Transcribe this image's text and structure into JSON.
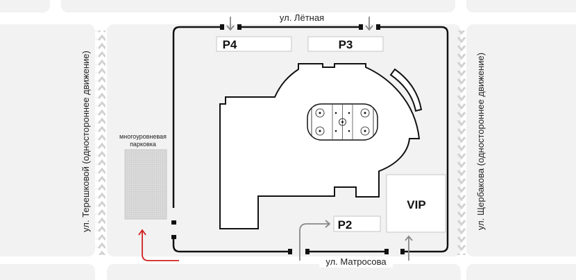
{
  "streets": {
    "top": "ул. Лётная",
    "bottom": "ул. Матросова",
    "left": "ул. Терешковой (одностороннее движение)",
    "right": "ул. Щербакова (одностороннее движение)"
  },
  "zones": {
    "p4": "P4",
    "p3": "P3",
    "p2": "P2",
    "vip": "VIP"
  },
  "parking": {
    "line1": "многоуровневая",
    "line2": "парковка"
  },
  "colors": {
    "block_fill": "#f2f2f2",
    "fence": "#111111",
    "arrow_gray": "#888888",
    "arrow_red": "#d02020",
    "parking_fill": "#d8d8d8",
    "hatch": "#d6d6d6"
  }
}
